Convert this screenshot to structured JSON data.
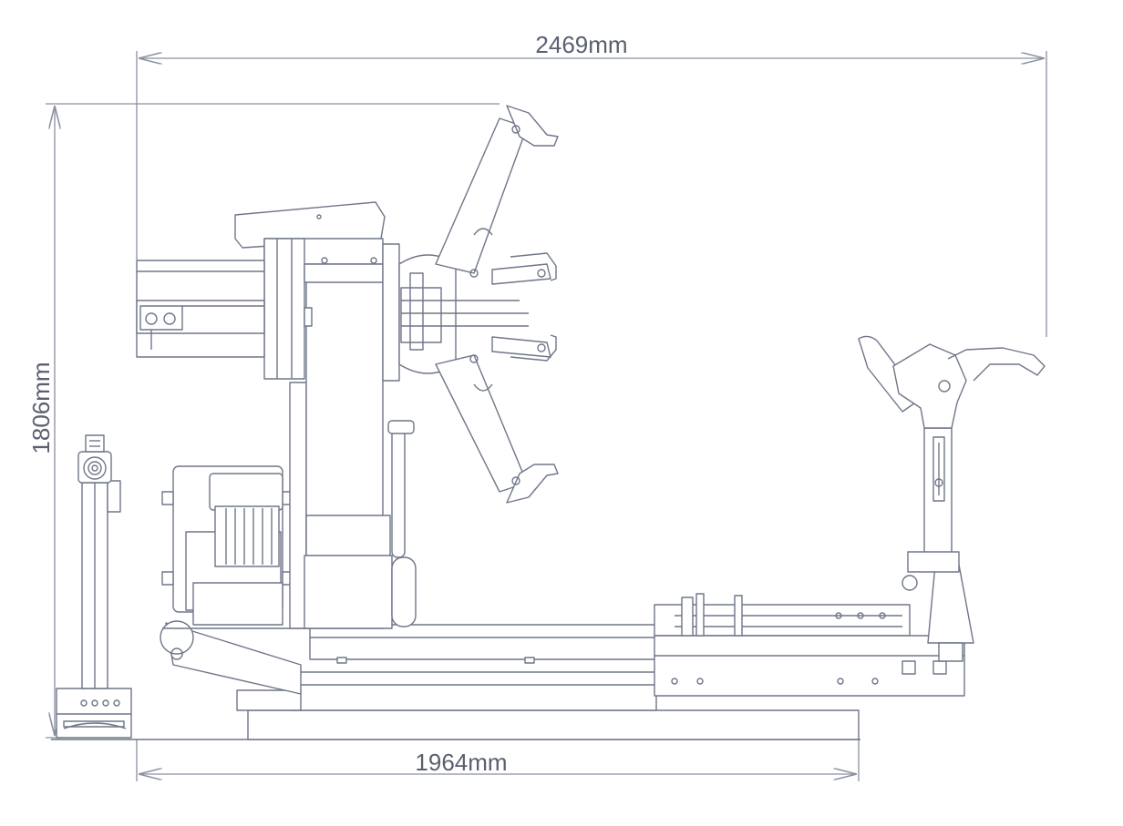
{
  "dimensions": {
    "overall_width": "2469mm",
    "height": "1806mm",
    "base_length": "1964mm"
  },
  "colors": {
    "line": "#6f7688",
    "dim_line": "#8a90a0",
    "text": "#5b6070",
    "fill": "#ffffff"
  }
}
